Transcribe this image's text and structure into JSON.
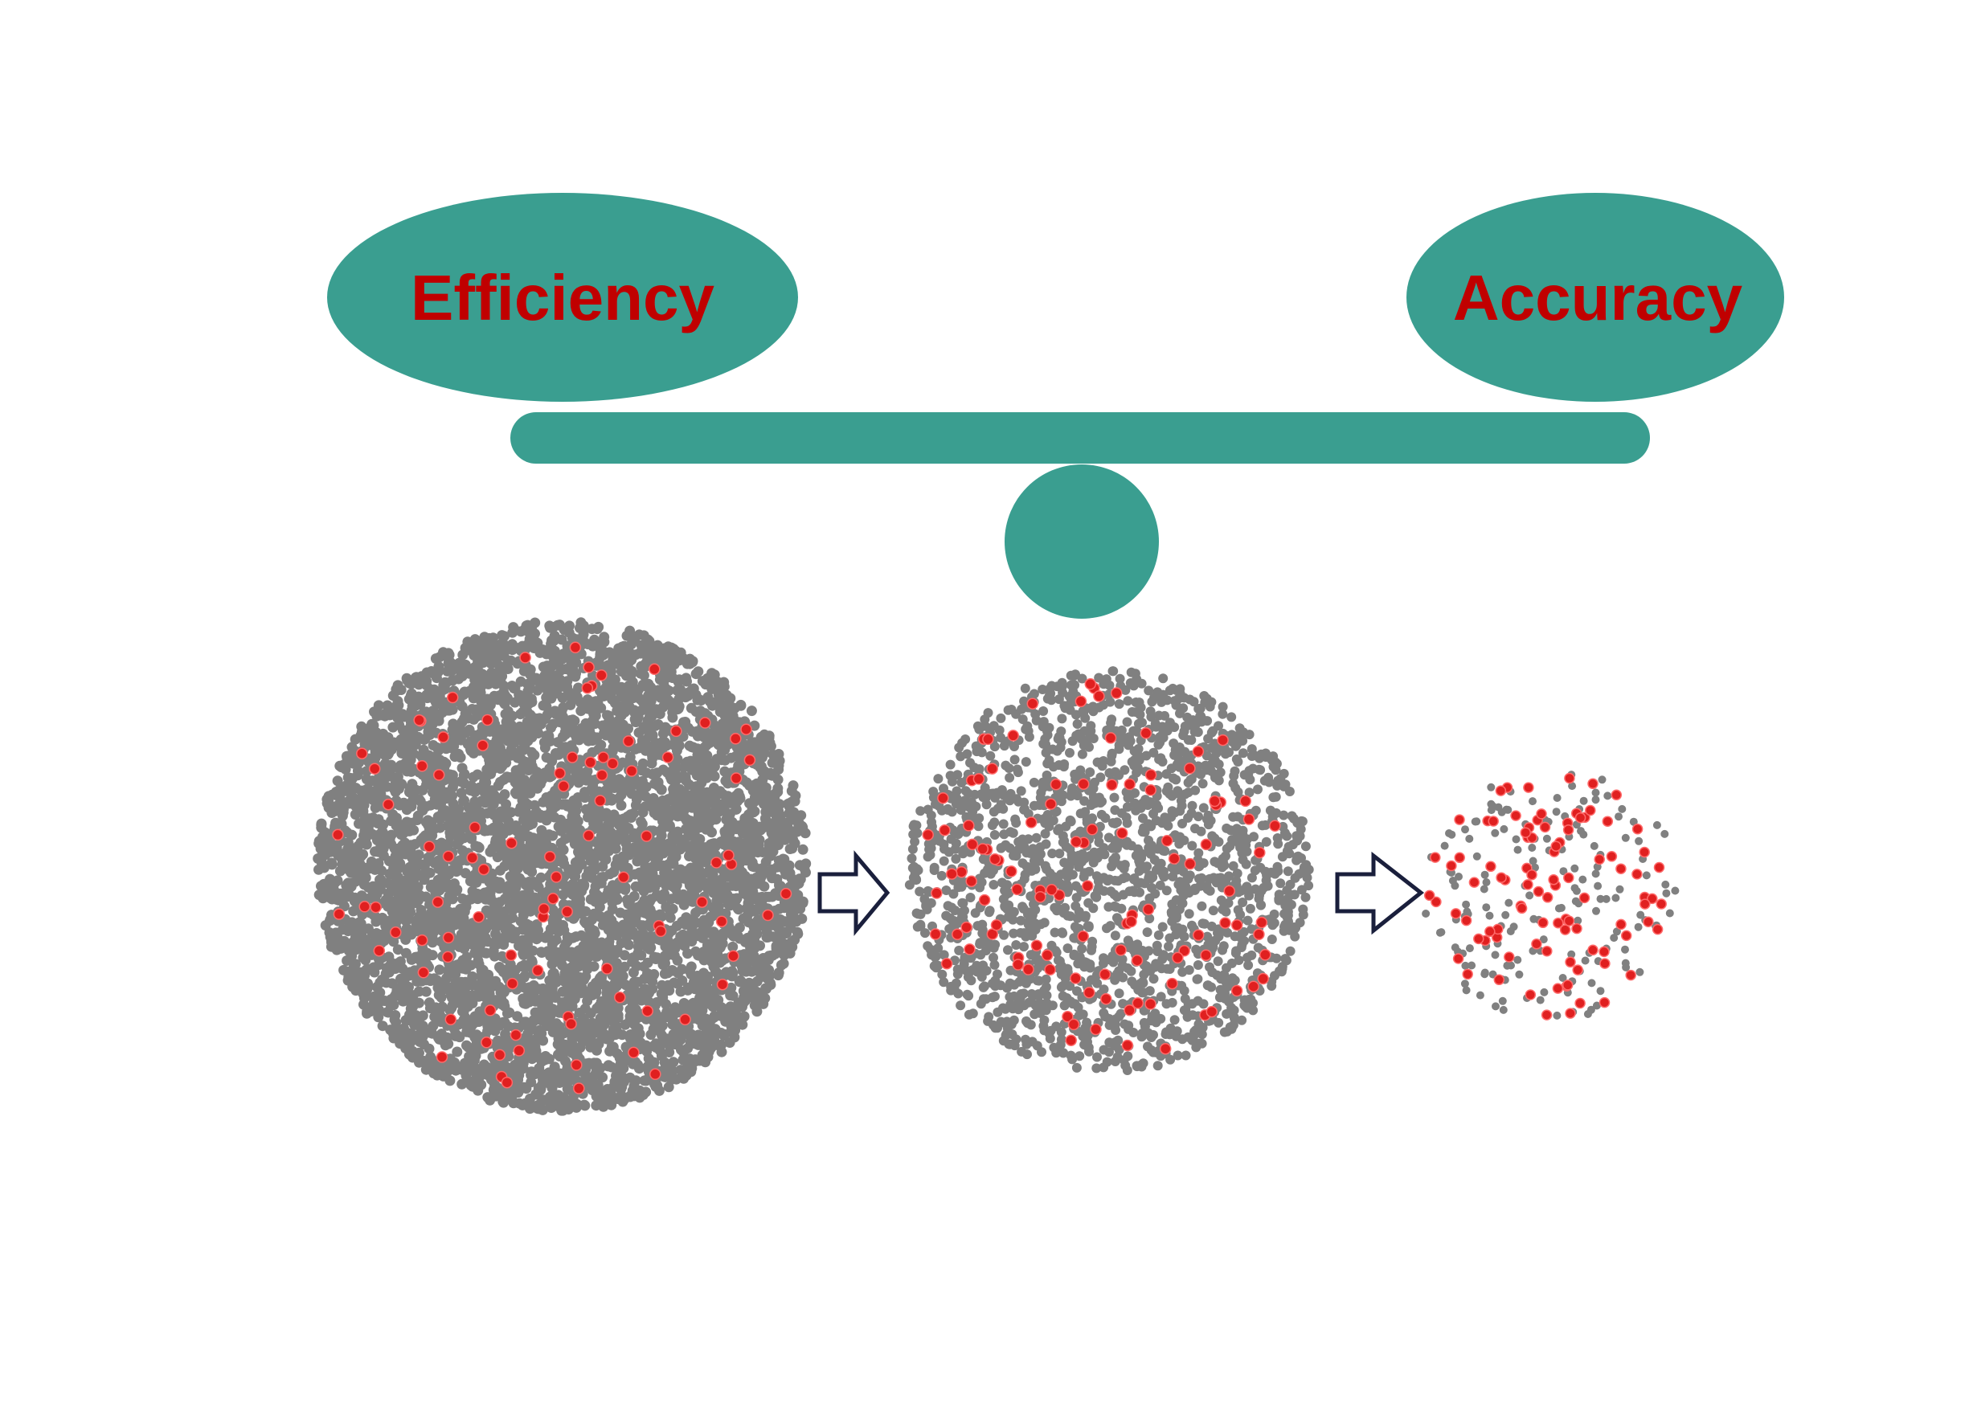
{
  "balance": {
    "left_label": "Efficiency",
    "right_label": "Accuracy",
    "fill_color": "#3a9e90",
    "label_color": "#c00000"
  },
  "point_clouds": {
    "dot_color": "#808080",
    "highlight_color": "#e02020",
    "clouds": [
      {
        "name": "large-cloud",
        "gray_count": 5200,
        "red_count": 95
      },
      {
        "name": "medium-cloud",
        "gray_count": 1900,
        "red_count": 110
      },
      {
        "name": "small-cloud",
        "gray_count": 170,
        "red_count": 95
      }
    ]
  },
  "arrows": {
    "count": 2,
    "stroke_color": "#1a1f3c",
    "icon": "right-arrow-outline-icon"
  }
}
